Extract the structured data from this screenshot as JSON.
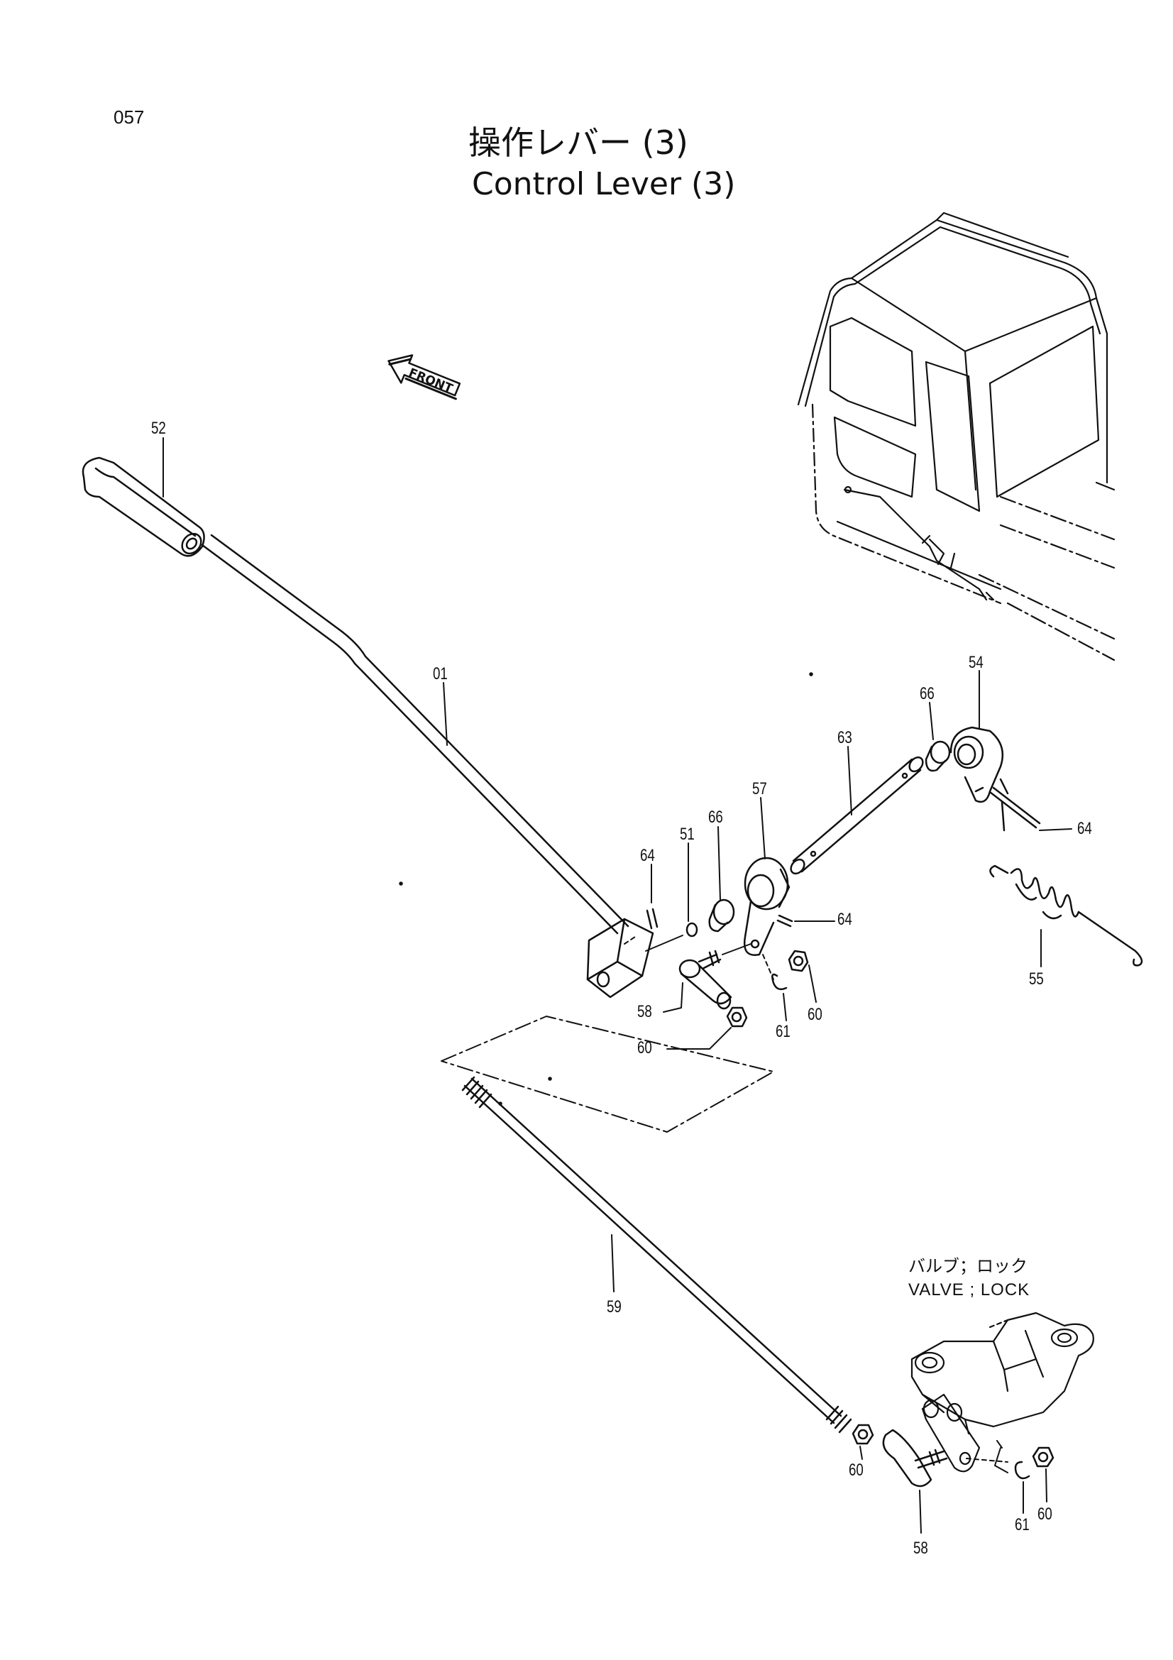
{
  "page_number": "057",
  "title_ja": "操作レバー (3)",
  "title_en": "Control Lever (3)",
  "front_label": "FRONT",
  "callout": {
    "ja": "バルブ；ロック",
    "en": "VALVE ; LOCK"
  },
  "part_labels": {
    "p52": "52",
    "p01": "01",
    "p54": "54",
    "p66a": "66",
    "p63": "63",
    "p57": "57",
    "p66b": "66",
    "p51": "51",
    "p64a": "64",
    "p64b": "64",
    "p64c": "64",
    "p55": "55",
    "p58a": "58",
    "p61a": "61",
    "p60a": "60",
    "p60b": "60",
    "p59": "59",
    "p60c": "60",
    "p58b": "58",
    "p61b": "61",
    "p60d": "60"
  }
}
